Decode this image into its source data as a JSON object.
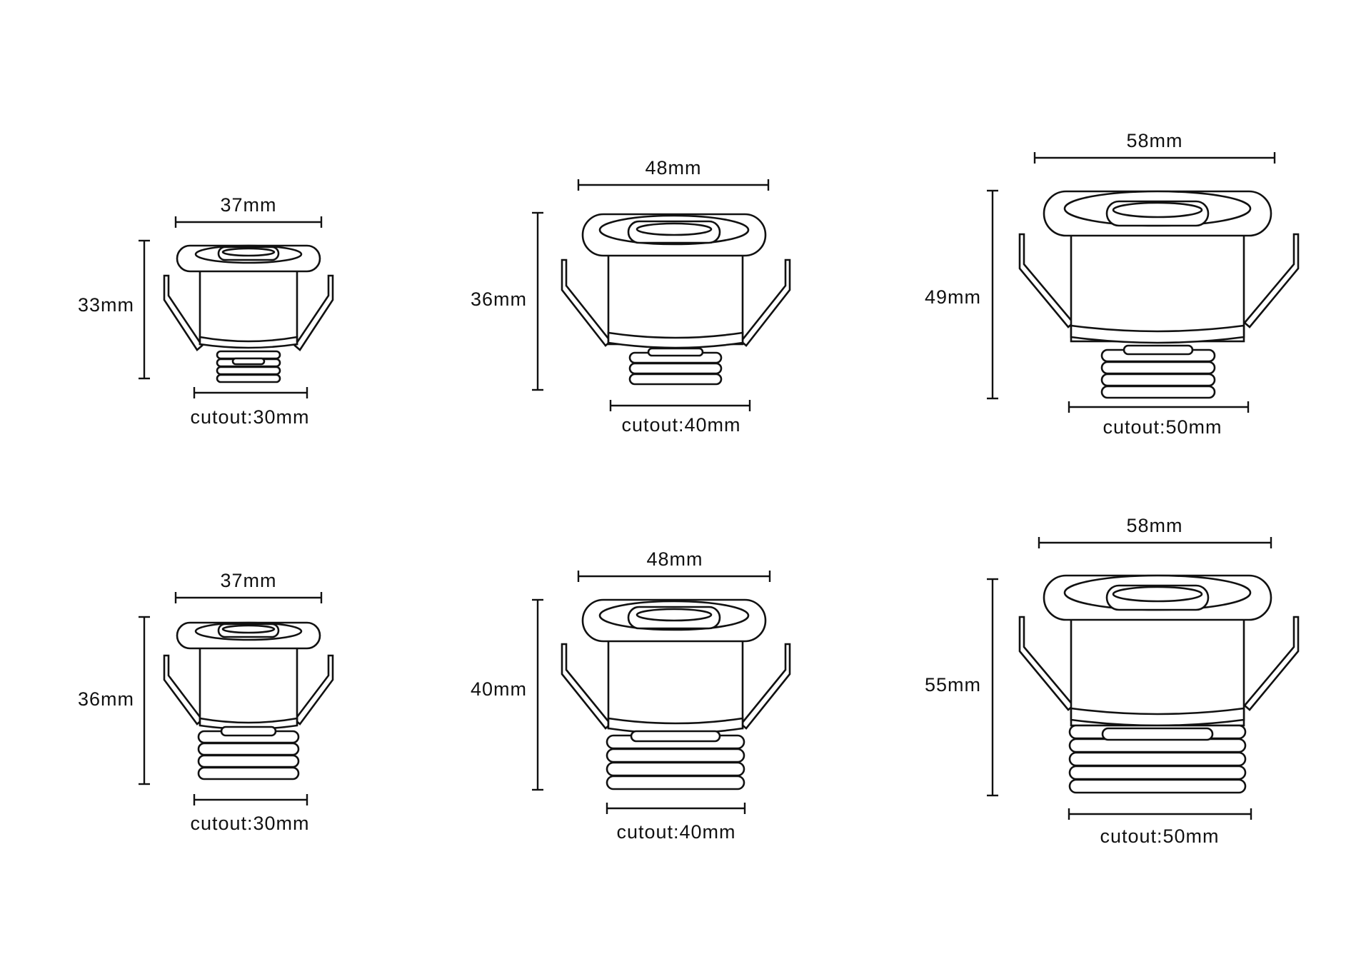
{
  "diagram": {
    "colors": {
      "line": "#111111",
      "background": "#ffffff"
    },
    "variants": [
      {
        "height_label": "33mm",
        "width_label": "37mm",
        "cutout_label": "cutout:30mm"
      },
      {
        "height_label": "36mm",
        "width_label": "48mm",
        "cutout_label": "cutout:40mm"
      },
      {
        "height_label": "49mm",
        "width_label": "58mm",
        "cutout_label": "cutout:50mm"
      },
      {
        "height_label": "36mm",
        "width_label": "37mm",
        "cutout_label": "cutout:30mm"
      },
      {
        "height_label": "40mm",
        "width_label": "48mm",
        "cutout_label": "cutout:40mm"
      },
      {
        "height_label": "55mm",
        "width_label": "58mm",
        "cutout_label": "cutout:50mm"
      }
    ]
  }
}
